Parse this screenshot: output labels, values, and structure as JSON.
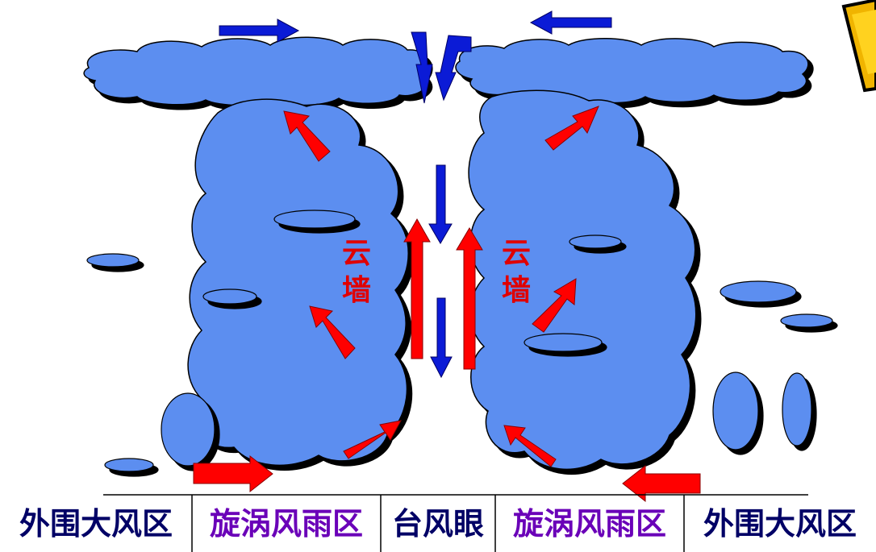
{
  "colors": {
    "cloud_fill": "#5b8ef0",
    "cloud_stroke": "#000000",
    "red_arrow": "#ff0000",
    "blue_arrow": "#0b1bd6",
    "wall_text": "#e00000",
    "outer_label": "#000066",
    "swirl_label": "#6a00b8",
    "eye_label": "#000066"
  },
  "wall_labels": [
    {
      "line1": "云",
      "line2": "墙"
    },
    {
      "line1": "云",
      "line2": "墙"
    }
  ],
  "zones": [
    {
      "name": "外围大风区"
    },
    {
      "name": "旋涡风雨区"
    },
    {
      "name": "台风眼"
    },
    {
      "name": "旋涡风雨区"
    },
    {
      "name": "外围大风区"
    }
  ]
}
